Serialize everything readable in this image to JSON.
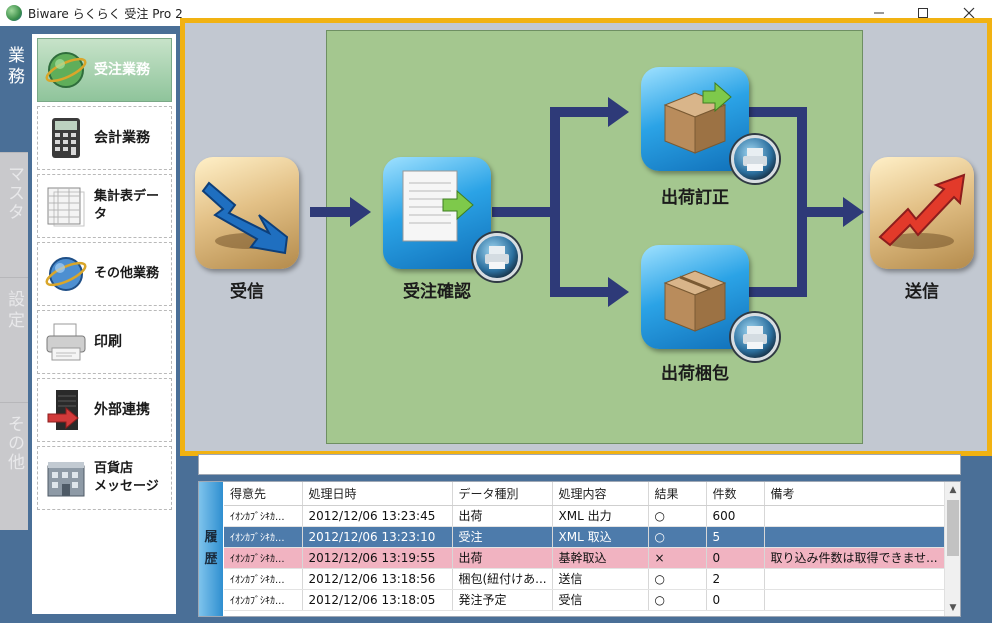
{
  "window": {
    "title": "Biware らくらく 受注 Pro 2"
  },
  "vtabs": [
    {
      "label": "業務"
    },
    {
      "label": "マスタ"
    },
    {
      "label": "設定"
    },
    {
      "label": "その他"
    }
  ],
  "menu": {
    "items": [
      {
        "label": "受注業務",
        "icon": "globe-icon"
      },
      {
        "label": "会計業務",
        "icon": "calculator-icon"
      },
      {
        "label": "集計表データ",
        "icon": "spreadsheet-icon"
      },
      {
        "label": "その他業務",
        "icon": "globe-icon"
      },
      {
        "label": "印刷",
        "icon": "printer-icon"
      },
      {
        "label": "外部連携",
        "icon": "server-icon"
      },
      {
        "label": "百貨店\nメッセージ",
        "icon": "building-icon"
      }
    ]
  },
  "workflow": {
    "receive": "受信",
    "order_confirm": "受注確認",
    "ship_correct": "出荷訂正",
    "ship_pack": "出荷梱包",
    "send": "送信"
  },
  "history": {
    "side_label": [
      "履",
      "歴"
    ],
    "columns": [
      "得意先",
      "処理日時",
      "データ種別",
      "処理内容",
      "結果",
      "件数",
      "備考"
    ],
    "rows": [
      [
        "ｲｵﾝｶﾌﾞｼｷｶ...",
        "2012/12/06 13:23:45",
        "出荷",
        "XML 出力",
        "○",
        "600",
        ""
      ],
      [
        "ｲｵﾝｶﾌﾞｼｷｶ...",
        "2012/12/06 13:23:10",
        "受注",
        "XML 取込",
        "○",
        "5",
        ""
      ],
      [
        "ｲｵﾝｶﾌﾞｼｷｶ...",
        "2012/12/06 13:19:55",
        "出荷",
        "基幹取込",
        "×",
        "0",
        "取り込み件数は取得できませ..."
      ],
      [
        "ｲｵﾝｶﾌﾞｼｷｶ...",
        "2012/12/06 13:18:56",
        "梱包(紐付けあ...",
        "送信",
        "○",
        "2",
        ""
      ],
      [
        "ｲｵﾝｶﾌﾞｼｷｶ...",
        "2012/12/06 13:18:05",
        "発注予定",
        "受信",
        "○",
        "0",
        ""
      ]
    ],
    "selected_row": 1,
    "error_row": 2
  },
  "colors": {
    "frame_blue": "#4a6f97",
    "highlight_border": "#f1b212",
    "flow_arrow": "#2e3a78",
    "selected_row": "#4d7bab",
    "error_row": "#f1b3c1"
  }
}
